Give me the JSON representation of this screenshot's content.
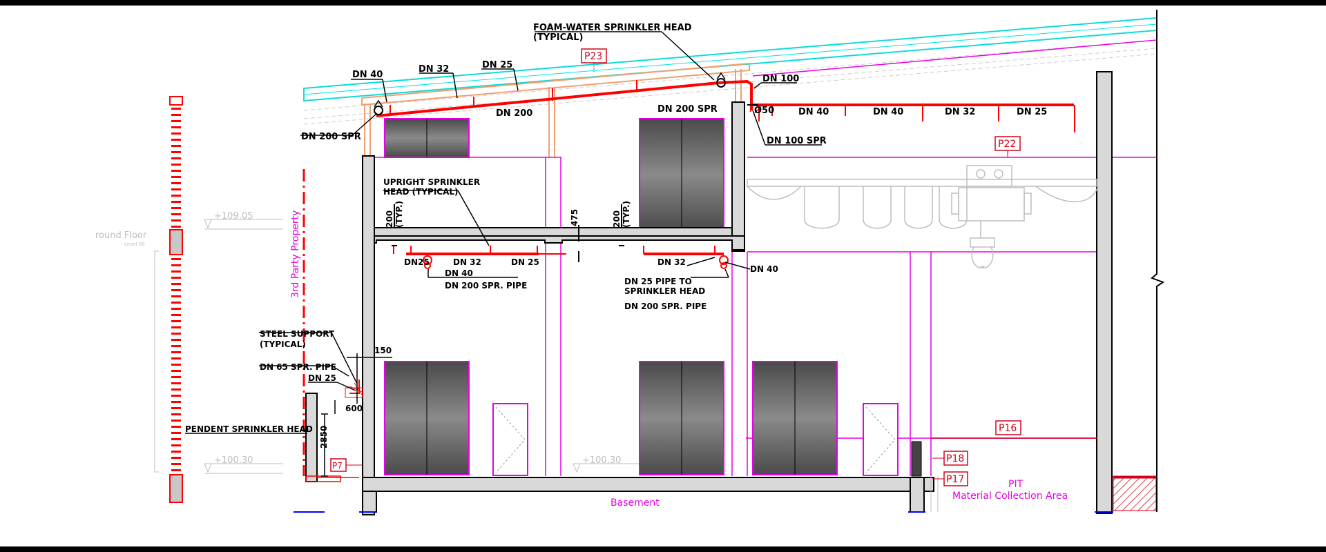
{
  "labels": {
    "foam_head": "FOAM-WATER SPRINKLER HEAD",
    "foam_head_typ": "(TYPICAL)",
    "dn40_roof": "DN 40",
    "dn32_roof": "DN 32",
    "dn25_roof": "DN 25",
    "dn200_roof": "DN 200",
    "dn200_spr_left": "DN 200 SPR",
    "dn200_spr_top": "DN 200 SPR",
    "dn100": "DN 100",
    "phi50": "Ø50",
    "dn100_spr": "DN 100 SPR",
    "rdn40a": "DN 40",
    "rdn40b": "DN 40",
    "rdn32": "DN 32",
    "rdn25": "DN 25",
    "upright_1": "UPRIGHT SPRINKLER",
    "upright_2": "HEAD (TYPICAL)",
    "dim200a_1": "200",
    "dim200a_2": "(TYP.)",
    "dim475": "475",
    "dim200b_1": "200",
    "dim200b_2": "(TYP.)",
    "l_dn25": "DN25",
    "l_dn32": "DN 32",
    "l_dn25b": "DN 25",
    "l_dn40": "DN 40",
    "l_dn200": "DN 200 SPR. PIPE",
    "m_dn32": "DN 32",
    "m_dn25_1": "DN 25 PIPE TO",
    "m_dn25_2": "SPRINKLER HEAD",
    "m_dn200": "DN 200 SPR. PIPE",
    "m_dn40": "DN 40",
    "steel_1": "STEEL SUPPORT",
    "steel_2": "(TYPICAL)",
    "dn65": "DN 65 SPR. PIPE",
    "dn25_left": "DN 25",
    "dim150": "150",
    "dim600": "600",
    "dim2850": "2850",
    "pendent": "PENDENT SPRINKLER HEAD",
    "third_party": "3rd  Party  Property",
    "ground_floor": "round Floor",
    "ground_level": "Level 00",
    "lvl_10905": "+109.05",
    "lvl_10030a": "+100.30",
    "lvl_10030b": "+100.30",
    "basement": "Basement",
    "pit": "PIT",
    "material": "Material  Collection  Area"
  },
  "tags": {
    "p23": "P23",
    "p22": "P22",
    "p16": "P16",
    "p18": "P18",
    "p17": "P17",
    "p7": "P7"
  },
  "colors": {
    "sprinkler_pipe": "#ff0000",
    "building_outline": "#e600e6",
    "roof_sheet": "#00e5e5",
    "steel_support": "#f0a070"
  }
}
